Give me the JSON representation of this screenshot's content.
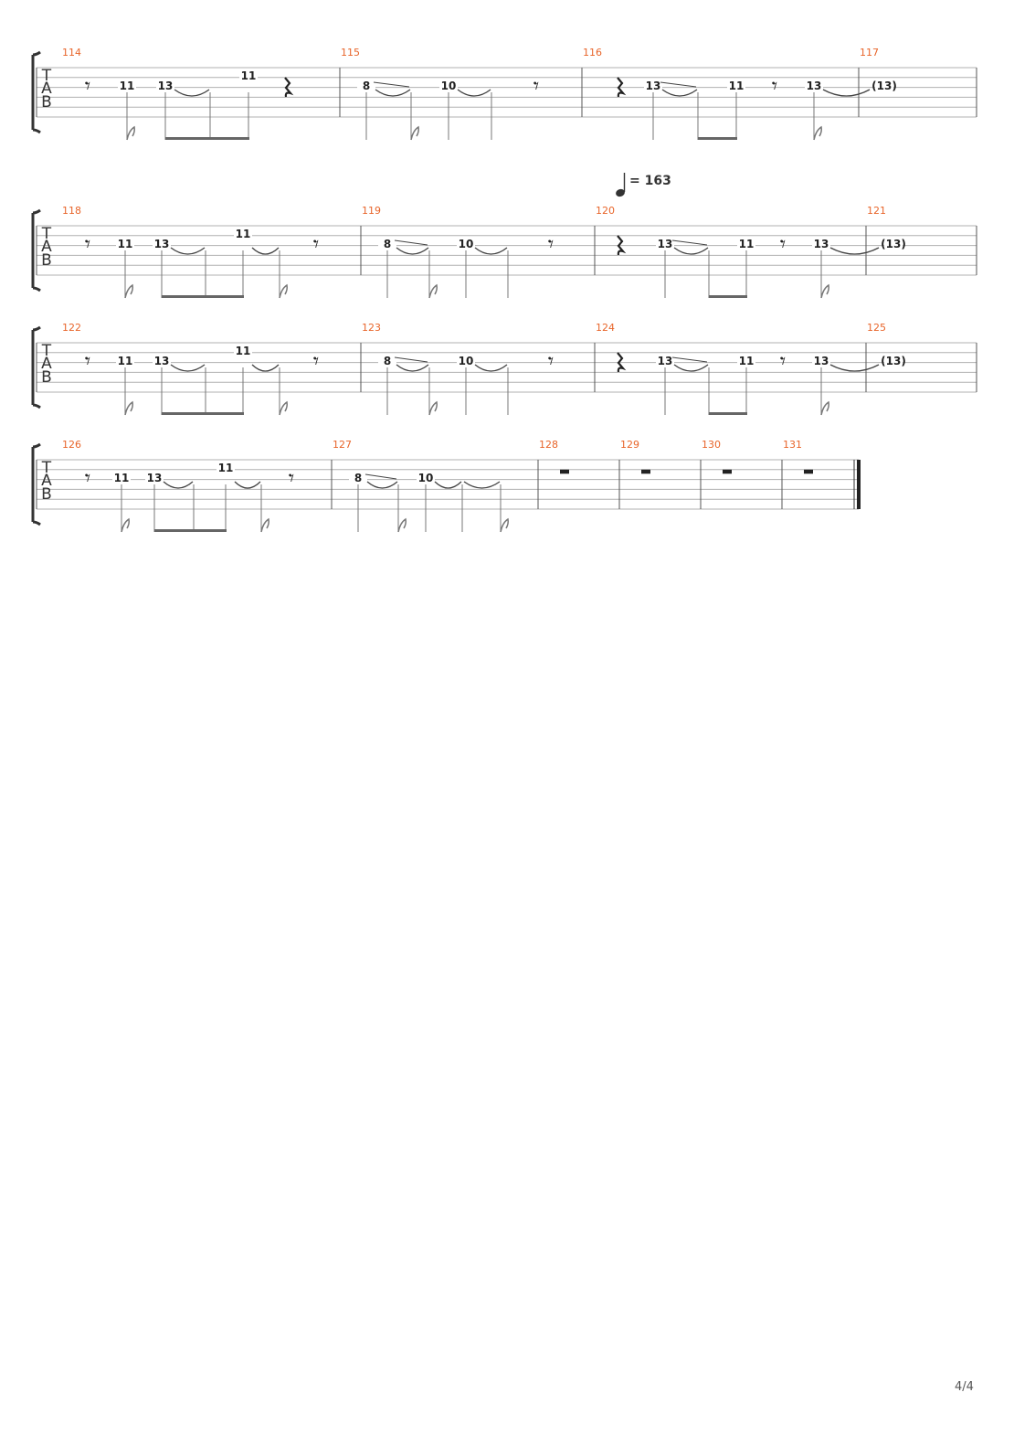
{
  "page": {
    "number": "4/4"
  },
  "clef": {
    "letters": [
      "T",
      "A",
      "B"
    ]
  },
  "tempo": {
    "text": "= 163"
  },
  "colors": {
    "measure_number": "#e8652a",
    "staff_line": "#b0b0b0",
    "ink": "#222222",
    "stem": "#777777"
  },
  "systems": [
    {
      "measures": [
        {
          "number": "114",
          "events": [
            {
              "kind": "rest",
              "symbol": "eighth"
            },
            {
              "kind": "note",
              "fret": "11",
              "stem": "flag"
            },
            {
              "kind": "note",
              "fret": "13",
              "stem": "beam",
              "tie_next": true
            },
            {
              "kind": "note",
              "fret": "",
              "stem": "beam"
            },
            {
              "kind": "note",
              "fret": "11",
              "stem": "beam",
              "high": true
            },
            {
              "kind": "rest",
              "symbol": "quarter"
            }
          ]
        },
        {
          "number": "115",
          "events": [
            {
              "kind": "note",
              "fret": "8",
              "stem": "plain",
              "slide_next": true,
              "tie_next": true
            },
            {
              "kind": "note",
              "fret": "",
              "stem": "flag"
            },
            {
              "kind": "note",
              "fret": "10",
              "stem": "plain",
              "tie_next": true
            },
            {
              "kind": "note",
              "fret": "",
              "stem": "plain"
            },
            {
              "kind": "rest",
              "symbol": "eighth"
            }
          ]
        },
        {
          "number": "116",
          "events": [
            {
              "kind": "rest",
              "symbol": "quarter"
            },
            {
              "kind": "note",
              "fret": "13",
              "stem": "plain",
              "slide_next": true,
              "tie_next": true
            },
            {
              "kind": "note",
              "fret": "",
              "stem": "beam"
            },
            {
              "kind": "note",
              "fret": "11",
              "stem": "beam"
            },
            {
              "kind": "rest",
              "symbol": "eighth"
            },
            {
              "kind": "note",
              "fret": "13",
              "stem": "flag",
              "tie_next": true
            }
          ]
        },
        {
          "number": "117",
          "events": [
            {
              "kind": "note",
              "fret": "(13)",
              "stem": "none"
            }
          ]
        }
      ]
    },
    {
      "tempo_mark": true,
      "measures": [
        {
          "number": "118",
          "events": [
            {
              "kind": "rest",
              "symbol": "eighth"
            },
            {
              "kind": "note",
              "fret": "11",
              "stem": "flag"
            },
            {
              "kind": "note",
              "fret": "13",
              "stem": "beam",
              "tie_next": true
            },
            {
              "kind": "note",
              "fret": "",
              "stem": "beam"
            },
            {
              "kind": "note",
              "fret": "11",
              "stem": "beam",
              "high": true,
              "tie_next": true
            },
            {
              "kind": "note",
              "fret": "",
              "stem": "flag"
            },
            {
              "kind": "rest",
              "symbol": "eighth"
            }
          ]
        },
        {
          "number": "119",
          "events": [
            {
              "kind": "note",
              "fret": "8",
              "stem": "plain",
              "slide_next": true,
              "tie_next": true
            },
            {
              "kind": "note",
              "fret": "",
              "stem": "flag"
            },
            {
              "kind": "note",
              "fret": "10",
              "stem": "plain",
              "tie_next": true
            },
            {
              "kind": "note",
              "fret": "",
              "stem": "plain"
            },
            {
              "kind": "rest",
              "symbol": "eighth"
            }
          ]
        },
        {
          "number": "120",
          "events": [
            {
              "kind": "rest",
              "symbol": "quarter"
            },
            {
              "kind": "note",
              "fret": "13",
              "stem": "plain",
              "slide_next": true,
              "tie_next": true
            },
            {
              "kind": "note",
              "fret": "",
              "stem": "beam"
            },
            {
              "kind": "note",
              "fret": "11",
              "stem": "beam"
            },
            {
              "kind": "rest",
              "symbol": "eighth"
            },
            {
              "kind": "note",
              "fret": "13",
              "stem": "flag",
              "tie_next": true
            }
          ]
        },
        {
          "number": "121",
          "events": [
            {
              "kind": "note",
              "fret": "(13)",
              "stem": "none"
            }
          ]
        }
      ]
    },
    {
      "measures": [
        {
          "number": "122",
          "events": [
            {
              "kind": "rest",
              "symbol": "eighth"
            },
            {
              "kind": "note",
              "fret": "11",
              "stem": "flag"
            },
            {
              "kind": "note",
              "fret": "13",
              "stem": "beam",
              "tie_next": true
            },
            {
              "kind": "note",
              "fret": "",
              "stem": "beam"
            },
            {
              "kind": "note",
              "fret": "11",
              "stem": "beam",
              "high": true,
              "tie_next": true
            },
            {
              "kind": "note",
              "fret": "",
              "stem": "flag"
            },
            {
              "kind": "rest",
              "symbol": "eighth"
            }
          ]
        },
        {
          "number": "123",
          "events": [
            {
              "kind": "note",
              "fret": "8",
              "stem": "plain",
              "slide_next": true,
              "tie_next": true
            },
            {
              "kind": "note",
              "fret": "",
              "stem": "flag"
            },
            {
              "kind": "note",
              "fret": "10",
              "stem": "plain",
              "tie_next": true
            },
            {
              "kind": "note",
              "fret": "",
              "stem": "plain"
            },
            {
              "kind": "rest",
              "symbol": "eighth"
            }
          ]
        },
        {
          "number": "124",
          "events": [
            {
              "kind": "rest",
              "symbol": "quarter"
            },
            {
              "kind": "note",
              "fret": "13",
              "stem": "plain",
              "slide_next": true,
              "tie_next": true
            },
            {
              "kind": "note",
              "fret": "",
              "stem": "beam"
            },
            {
              "kind": "note",
              "fret": "11",
              "stem": "beam"
            },
            {
              "kind": "rest",
              "symbol": "eighth"
            },
            {
              "kind": "note",
              "fret": "13",
              "stem": "flag",
              "tie_next": true
            }
          ]
        },
        {
          "number": "125",
          "events": [
            {
              "kind": "note",
              "fret": "(13)",
              "stem": "none"
            }
          ]
        }
      ]
    },
    {
      "final": true,
      "measures": [
        {
          "number": "126",
          "events": [
            {
              "kind": "rest",
              "symbol": "eighth"
            },
            {
              "kind": "note",
              "fret": "11",
              "stem": "flag"
            },
            {
              "kind": "note",
              "fret": "13",
              "stem": "beam",
              "tie_next": true
            },
            {
              "kind": "note",
              "fret": "",
              "stem": "beam"
            },
            {
              "kind": "note",
              "fret": "11",
              "stem": "beam",
              "high": true,
              "tie_next": true
            },
            {
              "kind": "note",
              "fret": "",
              "stem": "flag"
            },
            {
              "kind": "rest",
              "symbol": "eighth"
            }
          ]
        },
        {
          "number": "127",
          "events": [
            {
              "kind": "note",
              "fret": "8",
              "stem": "plain",
              "slide_next": true,
              "tie_next": true
            },
            {
              "kind": "note",
              "fret": "",
              "stem": "flag"
            },
            {
              "kind": "note",
              "fret": "10",
              "stem": "plain",
              "tie_next": true
            },
            {
              "kind": "note",
              "fret": "",
              "stem": "plain",
              "tie_next": true
            },
            {
              "kind": "note",
              "fret": "",
              "stem": "flag"
            }
          ]
        },
        {
          "number": "128",
          "events": [
            {
              "kind": "rest",
              "symbol": "whole"
            }
          ]
        },
        {
          "number": "129",
          "events": [
            {
              "kind": "rest",
              "symbol": "whole"
            }
          ]
        },
        {
          "number": "130",
          "events": [
            {
              "kind": "rest",
              "symbol": "whole"
            }
          ]
        },
        {
          "number": "131",
          "events": [
            {
              "kind": "rest",
              "symbol": "whole"
            }
          ]
        }
      ]
    }
  ]
}
